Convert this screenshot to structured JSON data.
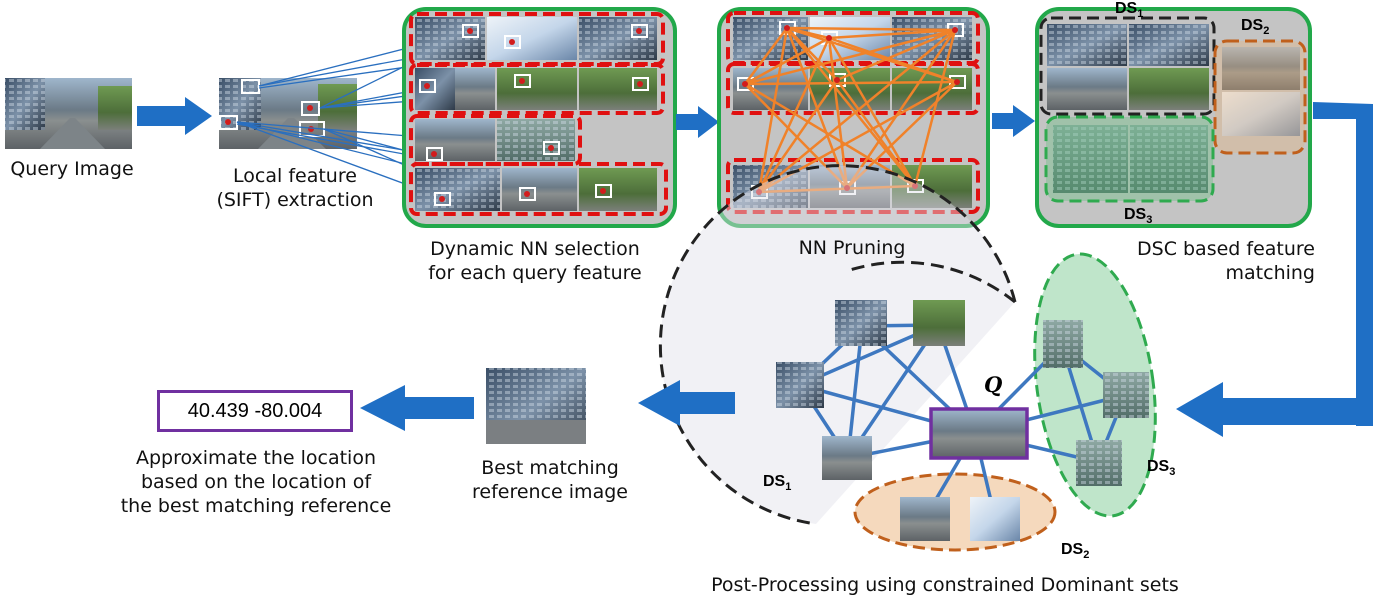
{
  "labels": {
    "query_image": "Query Image",
    "local_feature": "Local feature\n(SIFT) extraction",
    "dynamic_nn": "Dynamic NN selection\nfor each query feature",
    "nn_pruning": "NN Pruning",
    "dsc_matching": "DSC based feature\nmatching",
    "approximate": "Approximate the location\nbased on the location of\nthe best matching reference",
    "best_matching": "Best matching\nreference image",
    "post_processing": "Post-Processing using constrained Dominant sets"
  },
  "coordinates_text": "40.439 -80.004",
  "query_node_label": "Q",
  "dominant_sets": [
    {
      "main": "DS",
      "sub": "1"
    },
    {
      "main": "DS",
      "sub": "2"
    },
    {
      "main": "DS",
      "sub": "3"
    }
  ],
  "colors": {
    "flow_arrow": "#1f6fc5",
    "stage_border": "#22a84a",
    "nn_dashed": "#e01010",
    "pruning_lines": "#f0822a",
    "ds1": "#222222",
    "ds2": "#c0601c",
    "ds3": "#2faa4f",
    "query_frame": "#7030a0",
    "graph_edges": "#3e78c0"
  }
}
